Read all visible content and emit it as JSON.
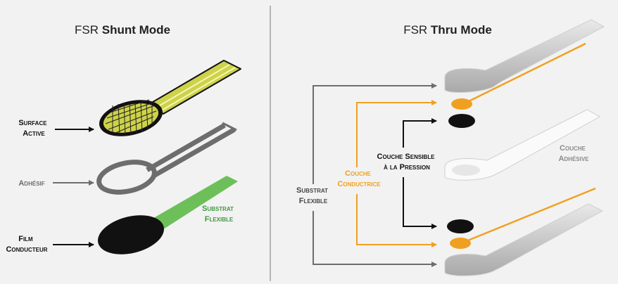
{
  "colors": {
    "background": "#f2f2f2",
    "black": "#111111",
    "gray": "#6d6d6d",
    "green": "#3d9a3d",
    "orange": "#f0a020",
    "yellow_green": "#cdd24a",
    "light_gray": "#cfcfcf",
    "divider": "#b5b5b5"
  },
  "left": {
    "title_prefix": "FSR ",
    "title_bold": "Shunt Mode",
    "labels": {
      "surface_line1": "Surface",
      "surface_line2": "Active",
      "adhesif": "Adhésif",
      "film_line1": "Film",
      "film_line2": "Conducteur",
      "substrat_line1": "Substrat",
      "substrat_line2": "Flexible"
    }
  },
  "right": {
    "title_prefix": "FSR ",
    "title_bold": "Thru Mode",
    "labels": {
      "substrat_line1": "Substrat",
      "substrat_line2": "Flexible",
      "conductrice_line1": "Couche",
      "conductrice_line2": "Conductrice",
      "sensible_line1": "Couche Sensible",
      "sensible_line2": "à la Pression",
      "adhesive_line1": "Couche",
      "adhesive_line2": "Adhésive"
    }
  }
}
